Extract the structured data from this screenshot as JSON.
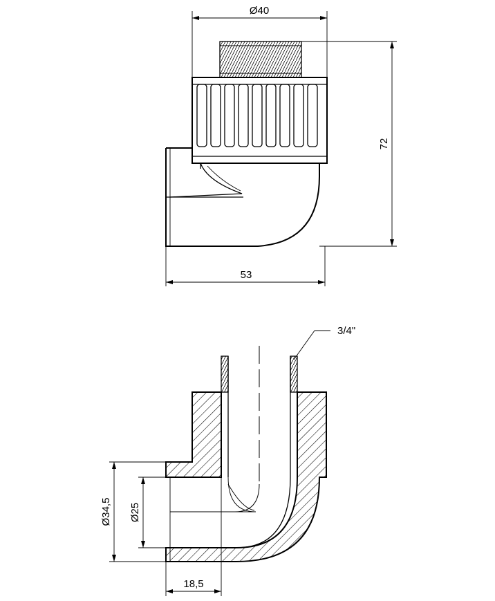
{
  "dimensions": {
    "top_diameter": "Ø40",
    "top_height": "72",
    "top_width": "53",
    "thread": "3/4\"",
    "outer_diameter": "Ø34,5",
    "inner_diameter": "Ø25",
    "socket_depth": "18,5"
  }
}
